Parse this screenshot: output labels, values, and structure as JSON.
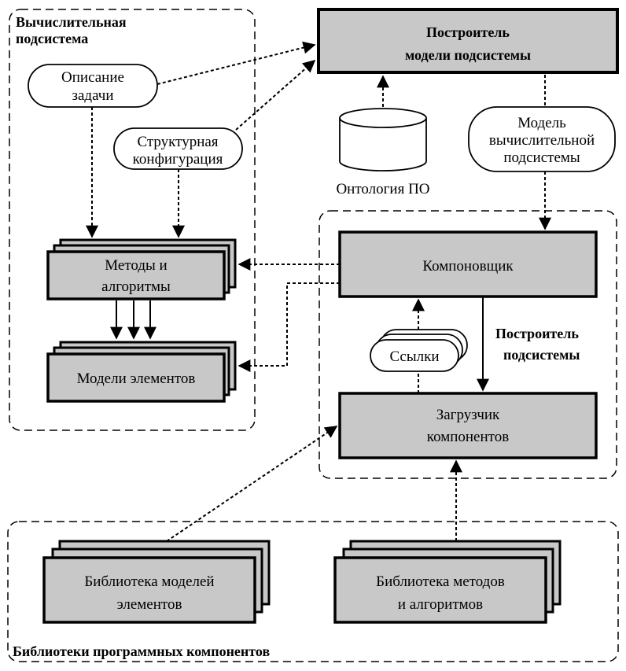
{
  "colors": {
    "box_fill": "#c8c8c8",
    "stroke": "#000000",
    "background": "#ffffff"
  },
  "groups": {
    "computational_subsystem": [
      "Вычислительная",
      "подсистема"
    ],
    "subsystem_builder": [
      "Построитель",
      "подсистемы"
    ],
    "component_libraries": "Библиотеки программных компонентов"
  },
  "nodes": {
    "model_builder": [
      "Построитель",
      "модели подсистемы"
    ],
    "task_description": [
      "Описание",
      "задачи"
    ],
    "structural_config": [
      "Структурная",
      "конфигурация"
    ],
    "ontology": "Онтология ПО",
    "subsystem_model": [
      "Модель",
      "вычислительной",
      "подсистемы"
    ],
    "methods_algorithms": [
      "Методы и",
      "алгоритмы"
    ],
    "element_models": "Модели элементов",
    "linker": "Компоновщик",
    "links": "Ссылки",
    "component_loader": [
      "Загрузчик",
      "компонентов"
    ],
    "lib_element_models": [
      "Библиотека моделей",
      "элементов"
    ],
    "lib_methods": [
      "Библиотека методов",
      "и алгоритмов"
    ]
  }
}
